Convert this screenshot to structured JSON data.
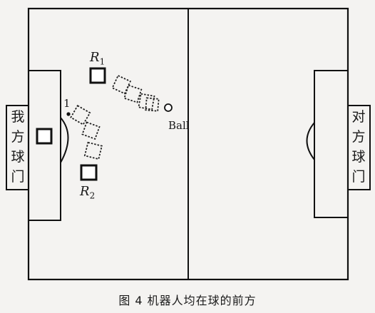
{
  "field": {
    "own_goal_label": [
      "我",
      "方",
      "球",
      "门"
    ],
    "opponent_goal_label": [
      "对",
      "方",
      "球",
      "门"
    ]
  },
  "robots": {
    "r1": {
      "symbol": "R",
      "index": "1"
    },
    "r2": {
      "symbol": "R",
      "index": "2"
    }
  },
  "marker": {
    "label": "1"
  },
  "ball": {
    "label": "Ball"
  },
  "caption": "图 4  机器人均在球的前方"
}
